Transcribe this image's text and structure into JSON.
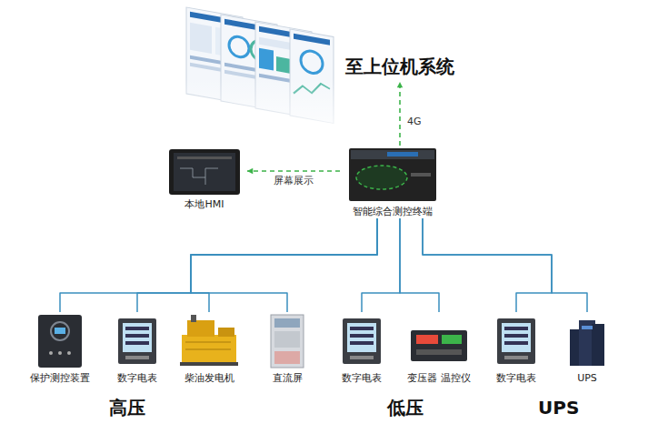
{
  "diagram": {
    "nodes": [
      {
        "text": [
          "至上位机系统"
        ]
      },
      {
        "text": [
          "本地HMI"
        ]
      },
      {
        "text": [
          "智能综合测控终端"
        ]
      },
      {
        "text": [
          "保护测控装置"
        ]
      },
      {
        "text": [
          "数字电表"
        ]
      },
      {
        "text": [
          "柴油发电机"
        ]
      },
      {
        "text": [
          "直流屏"
        ]
      },
      {
        "text": [
          "数字电表"
        ]
      },
      {
        "text": [
          "变压器 温控仪"
        ]
      },
      {
        "text": [
          "数字电表"
        ]
      },
      {
        "text": [
          "UPS"
        ]
      }
    ],
    "edges": [
      {
        "from": 2,
        "to": 0,
        "arrow": "to",
        "label": "4G"
      },
      {
        "from": 2,
        "to": 1,
        "arrow": "to",
        "label": "屏幕展示"
      },
      {
        "from": 2,
        "to": 3,
        "arrow": "none"
      },
      {
        "from": 2,
        "to": 4,
        "arrow": "none"
      },
      {
        "from": 2,
        "to": 5,
        "arrow": "none"
      },
      {
        "from": 2,
        "to": 6,
        "arrow": "none"
      },
      {
        "from": 2,
        "to": 7,
        "arrow": "none"
      },
      {
        "from": 2,
        "to": 8,
        "arrow": "none"
      },
      {
        "from": 2,
        "to": 9,
        "arrow": "none"
      },
      {
        "from": 2,
        "to": 10,
        "arrow": "none"
      }
    ],
    "labels": [
      "高压",
      "低压",
      "UPS"
    ]
  }
}
